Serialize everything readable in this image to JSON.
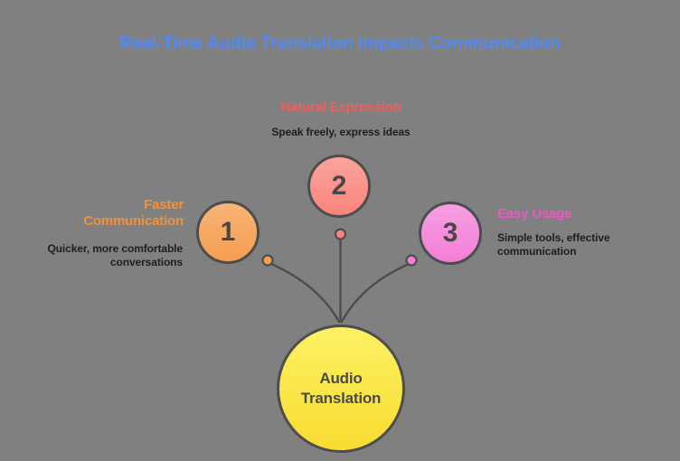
{
  "background": "#808080",
  "title": {
    "text": "Real-Time Audio Translation Impacts Communication",
    "color": "#5289f0"
  },
  "center_node": {
    "label": "Audio\nTranslation",
    "fill_top": "#fdf164",
    "fill_bottom": "#f8dc30"
  },
  "nodes": [
    {
      "number": "1",
      "title": "Faster\nCommunication",
      "description": "Quicker, more comfortable\nconversations",
      "accent": "#f0923c",
      "fill_top": "#f9b477",
      "fill_bottom": "#f59e50"
    },
    {
      "number": "2",
      "title": "Natural Expression",
      "description": "Speak freely, express ideas",
      "accent": "#f15f5c",
      "fill_top": "#fba49c",
      "fill_bottom": "#f9847b"
    },
    {
      "number": "3",
      "title": "Easy Usage",
      "description": "Simple tools, effective\ncommunication",
      "accent": "#ee57c2",
      "fill_top": "#f79fe3",
      "fill_bottom": "#f27fd4"
    }
  ],
  "colors": {
    "outline": "#4d4d4d",
    "body_text": "#1e1e1e",
    "number_text": "#474747"
  }
}
